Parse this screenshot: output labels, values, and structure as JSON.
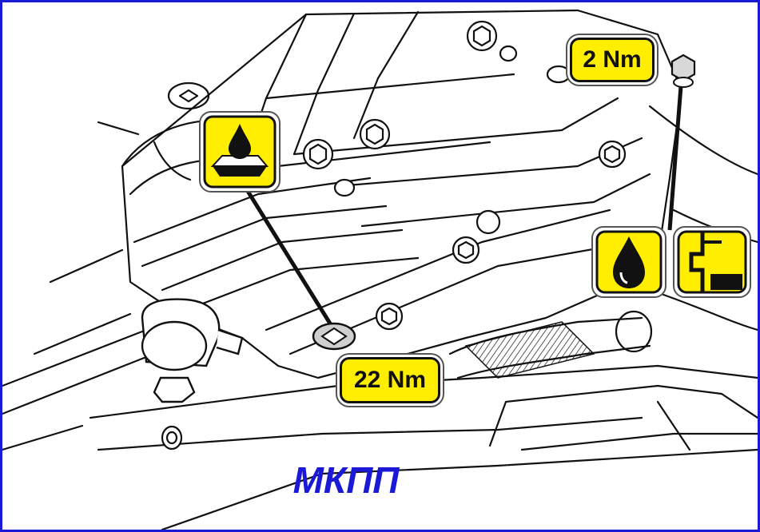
{
  "diagram": {
    "caption": "МКПП",
    "callouts": {
      "top_torque": "2 Nm",
      "bottom_torque": "22 Nm"
    },
    "icons": {
      "fill_plug_symbol": "oil-fill-plug-icon",
      "breather_oil_symbol": "oil-drop-icon",
      "breather_level_symbol": "fluid-level-icon"
    }
  },
  "colors": {
    "frame": "#1a1ad6",
    "callout_fill": "#ffee00",
    "caption": "#1a1ad6",
    "linework": "#111111"
  }
}
